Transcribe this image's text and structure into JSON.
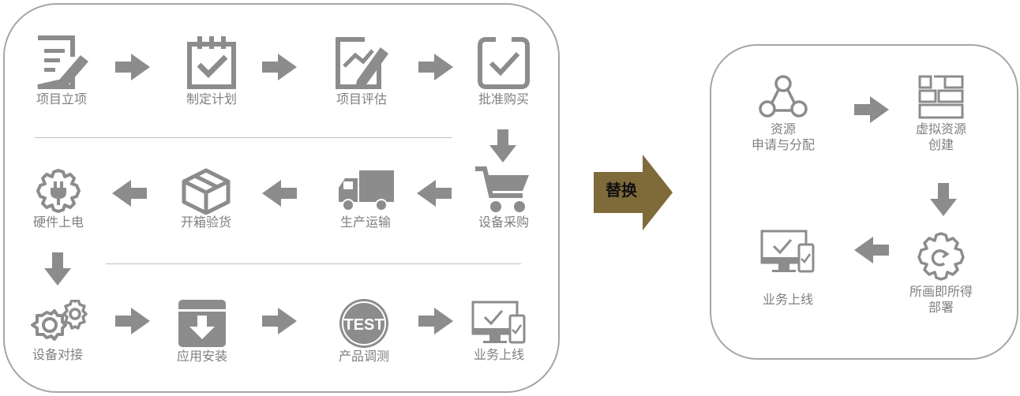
{
  "left_flow": {
    "steps": [
      "项目立项",
      "制定计划",
      "项目评估",
      "批准购买",
      "设备采购",
      "生产运输",
      "开箱验货",
      "硬件上电",
      "设备对接",
      "应用安装",
      "产品调测",
      "业务上线"
    ],
    "test_badge_text": "TEST"
  },
  "swap_label": "替换",
  "right_flow": {
    "steps": [
      {
        "line1": "资源",
        "line2": "申请与分配"
      },
      {
        "line1": "虚拟资源",
        "line2": "创建"
      },
      {
        "line1": "所画即所得",
        "line2": "部署"
      },
      {
        "line1": "业务上线",
        "line2": ""
      }
    ]
  },
  "colors": {
    "icon_gray": "#8c8c8c",
    "border_gray": "#a6a6a6",
    "swap_arrow": "#7f6a3a",
    "text_gray": "#7f7f7f"
  }
}
